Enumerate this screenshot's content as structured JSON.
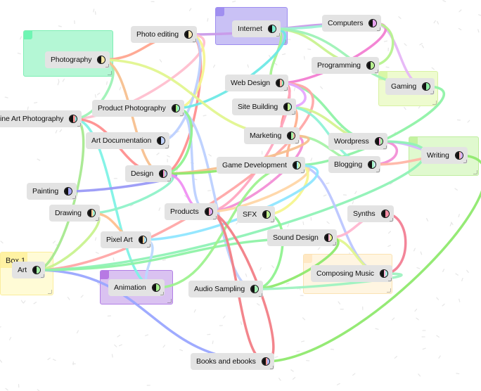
{
  "groups": [
    {
      "id": "g-photo",
      "label": "",
      "fill": "#b4f7d5",
      "border": "#7eeeb4",
      "tab": "#6ff5b3"
    },
    {
      "id": "g-internet",
      "label": "",
      "fill": "#c9c1f5",
      "border": "#9d8cf0",
      "tab": "#a08ff0"
    },
    {
      "id": "g-gaming",
      "label": "",
      "fill": "#eefbcf",
      "border": "#d8f2a2",
      "tab": "#d9f7a6"
    },
    {
      "id": "g-writing",
      "label": "",
      "fill": "#e0f9cf",
      "border": "#bfee9e",
      "tab": "#c4f3a0"
    },
    {
      "id": "g-box1",
      "label": "Box 1",
      "fill": "#fffbd6",
      "border": "#fbed9c",
      "tab": "#fff2a3"
    },
    {
      "id": "g-animation",
      "label": "",
      "fill": "#dac2f1",
      "border": "#b27ee6",
      "tab": "#b779e3"
    },
    {
      "id": "g-music",
      "label": "",
      "fill": "#fff5e1",
      "border": "#fbe2b3",
      "tab": "#ffe8c4"
    }
  ],
  "nodes": [
    {
      "id": "photo-editing",
      "label": "Photo editing",
      "icon_colors": [
        "#ffe9b3"
      ]
    },
    {
      "id": "internet",
      "label": "Internet",
      "icon_colors": [
        "#7ef2d6"
      ]
    },
    {
      "id": "computers",
      "label": "Computers",
      "icon_colors": [
        "#e6a2ef"
      ]
    },
    {
      "id": "photography",
      "label": "Photography",
      "icon_colors": [
        "#f7e9a6"
      ]
    },
    {
      "id": "programming",
      "label": "Programming",
      "icon_colors": [
        "#b7f08f"
      ]
    },
    {
      "id": "web-design",
      "label": "Web Design",
      "icon_colors": [
        "#ffb6a6",
        "#7ef2b9"
      ]
    },
    {
      "id": "gaming",
      "label": "Gaming",
      "icon_colors": [
        "#8ff0a6"
      ]
    },
    {
      "id": "fine-art-photography",
      "label": "ine Art Photography",
      "icon_colors": [
        "#ff9a9a",
        "#7ef2ea"
      ]
    },
    {
      "id": "product-photography",
      "label": "Product Photography",
      "icon_colors": [
        "#a6f27e",
        "#8ff0c9"
      ]
    },
    {
      "id": "site-building",
      "label": "Site Building",
      "icon_colors": [
        "#c9f28f",
        "#a6f2d6"
      ]
    },
    {
      "id": "art-documentation",
      "label": "Art Documentation",
      "icon_colors": [
        "#c2d4ff"
      ]
    },
    {
      "id": "marketing",
      "label": "Marketing",
      "icon_colors": [
        "#a6f2a6",
        "#ffb6a6"
      ]
    },
    {
      "id": "wordpress",
      "label": "Wordpress",
      "icon_colors": [
        "#ff9ad6",
        "#a6f2a6"
      ]
    },
    {
      "id": "writing",
      "label": "Writing",
      "icon_colors": [
        "#ffb6b6",
        "#d4b6ff"
      ]
    },
    {
      "id": "blogging",
      "label": "Blogging",
      "icon_colors": [
        "#a6f2c9",
        "#d4f2ff"
      ]
    },
    {
      "id": "game-development",
      "label": "Game Development",
      "icon_colors": [
        "#a6f2f2",
        "#d4f2a6"
      ]
    },
    {
      "id": "design",
      "label": "Design",
      "icon_colors": [
        "#ff9ad6",
        "#a6f2a6",
        "#b6b6ff"
      ]
    },
    {
      "id": "painting",
      "label": "Painting",
      "icon_colors": [
        "#a6a6f7"
      ]
    },
    {
      "id": "drawing",
      "label": "Drawing",
      "icon_colors": [
        "#ffc98f",
        "#a6f2d6"
      ]
    },
    {
      "id": "products",
      "label": "Products",
      "icon_colors": [
        "#ff9ab6",
        "#d6a6f7"
      ]
    },
    {
      "id": "sfx",
      "label": "SFX",
      "icon_colors": [
        "#c9f28f",
        "#a6f2a6"
      ]
    },
    {
      "id": "synths",
      "label": "Synths",
      "icon_colors": [
        "#ff8fa6"
      ]
    },
    {
      "id": "pixel-art",
      "label": "Pixel Art",
      "icon_colors": [
        "#ffc98f",
        "#a6e6ff"
      ]
    },
    {
      "id": "sound-design",
      "label": "Sound Design",
      "icon_colors": [
        "#ffb6d6",
        "#e9f28f"
      ]
    },
    {
      "id": "art",
      "label": "Art",
      "icon_colors": [
        "#a6f2a6"
      ]
    },
    {
      "id": "composing-music",
      "label": "Composing Music",
      "icon_colors": [
        "#ffb6d6",
        "#a6f2e6"
      ]
    },
    {
      "id": "animation",
      "label": "Animation",
      "icon_colors": [
        "#a6f28f"
      ]
    },
    {
      "id": "audio-sampling",
      "label": "Audio Sampling",
      "icon_colors": [
        "#a6f2b6"
      ]
    },
    {
      "id": "books-and-ebooks",
      "label": "Books and ebooks",
      "icon_colors": [
        "#ff9a9a",
        "#a6b6ff"
      ]
    }
  ],
  "edges": [
    {
      "from": "photography",
      "to": "photo-editing",
      "color": "#ffa58f"
    },
    {
      "from": "photo-editing",
      "to": "computers",
      "color": "#c99ae9"
    },
    {
      "from": "photo-editing",
      "to": "fine-art-photography",
      "color": "#ffbfcf"
    },
    {
      "from": "photo-editing",
      "to": "design",
      "color": "#ff8f8f"
    },
    {
      "from": "photo-editing",
      "to": "product-photography",
      "color": "#f5f58f"
    },
    {
      "from": "photo-editing",
      "to": "art-documentation",
      "color": "#bcd0ff"
    },
    {
      "from": "internet",
      "to": "computers",
      "color": "#9ef2d6"
    },
    {
      "from": "internet",
      "to": "programming",
      "color": "#c9f28f"
    },
    {
      "from": "internet",
      "to": "web-design",
      "color": "#a6f28f"
    },
    {
      "from": "internet",
      "to": "product-photography",
      "color": "#6ee9e6"
    },
    {
      "from": "internet",
      "to": "gaming",
      "color": "#9ef2b6"
    },
    {
      "from": "computers",
      "to": "gaming",
      "color": "#e6b6f7"
    },
    {
      "from": "computers",
      "to": "web-design",
      "color": "#f27ed2"
    },
    {
      "from": "computers",
      "to": "programming",
      "color": "#b6f28f"
    },
    {
      "from": "gaming",
      "to": "game-development",
      "color": "#8ff2a6"
    },
    {
      "from": "photography",
      "to": "fine-art-photography",
      "color": "#9ef2b6"
    },
    {
      "from": "photography",
      "to": "marketing",
      "color": "#e2f58f"
    },
    {
      "from": "photography",
      "to": "design",
      "color": "#f7c08f"
    },
    {
      "from": "web-design",
      "to": "wordpress",
      "color": "#8ff2a6"
    },
    {
      "from": "web-design",
      "to": "marketing",
      "color": "#ff8f8f"
    },
    {
      "from": "web-design",
      "to": "products",
      "color": "#ffa6c0"
    },
    {
      "from": "web-design",
      "to": "art",
      "color": "#ffa6a6"
    },
    {
      "from": "site-building",
      "to": "wordpress",
      "color": "#d4f28f"
    },
    {
      "from": "site-building",
      "to": "blogging",
      "color": "#8ff2d6"
    },
    {
      "from": "site-building",
      "to": "game-development",
      "color": "#ffb08f"
    },
    {
      "from": "site-building",
      "to": "web-design",
      "color": "#e6a6ff"
    },
    {
      "from": "fine-art-photography",
      "to": "art",
      "color": "#a6e98f"
    },
    {
      "from": "fine-art-photography",
      "to": "animation",
      "color": "#7ef2e6"
    },
    {
      "from": "fine-art-photography",
      "to": "design",
      "color": "#ff8f8f"
    },
    {
      "from": "product-photography",
      "to": "products",
      "color": "#bcd0ff"
    },
    {
      "from": "product-photography",
      "to": "audio-sampling",
      "color": "#bcd0ff"
    },
    {
      "from": "product-photography",
      "to": "design",
      "color": "#8ff28f"
    },
    {
      "from": "marketing",
      "to": "blogging",
      "color": "#a6f2a6"
    },
    {
      "from": "marketing",
      "to": "products",
      "color": "#f28fd6"
    },
    {
      "from": "marketing",
      "to": "design",
      "color": "#f7c08f"
    },
    {
      "from": "wordpress",
      "to": "writing",
      "color": "#d4b6ff"
    },
    {
      "from": "wordpress",
      "to": "blogging",
      "color": "#f28fd6"
    },
    {
      "from": "wordpress",
      "to": "art",
      "color": "#8ff2b6"
    },
    {
      "from": "blogging",
      "to": "writing",
      "color": "#ffb6a6"
    },
    {
      "from": "writing",
      "to": "books-and-ebooks",
      "color": "#8fe96e"
    },
    {
      "from": "game-development",
      "to": "composing-music",
      "color": "#bcc6ff"
    },
    {
      "from": "game-development",
      "to": "products",
      "color": "#ffd6a6"
    },
    {
      "from": "game-development",
      "to": "sfx",
      "color": "#f5f58f"
    },
    {
      "from": "game-development",
      "to": "pixel-art",
      "color": "#8fe6ff"
    },
    {
      "from": "design",
      "to": "painting",
      "color": "#9a9af7"
    },
    {
      "from": "design",
      "to": "drawing",
      "color": "#8ff2c9"
    },
    {
      "from": "design",
      "to": "game-development",
      "color": "#8fe96e"
    },
    {
      "from": "design",
      "to": "products",
      "color": "#ef8ff2"
    },
    {
      "from": "drawing",
      "to": "pixel-art",
      "color": "#ffc08f"
    },
    {
      "from": "drawing",
      "to": "art",
      "color": "#c9f28f"
    },
    {
      "from": "pixel-art",
      "to": "animation",
      "color": "#bcd8ff"
    },
    {
      "from": "art",
      "to": "books-and-ebooks",
      "color": "#9aa6ff"
    },
    {
      "from": "art",
      "to": "sound-design",
      "color": "#8ff2a6"
    },
    {
      "from": "animation",
      "to": "game-development",
      "color": "#9ef28f"
    },
    {
      "from": "products",
      "to": "books-and-ebooks",
      "color": "#f27e86"
    },
    {
      "from": "sfx",
      "to": "audio-sampling",
      "color": "#8ff28f"
    },
    {
      "from": "sound-design",
      "to": "synths",
      "color": "#ffb6d0"
    },
    {
      "from": "sound-design",
      "to": "composing-music",
      "color": "#e2f58f"
    },
    {
      "from": "sound-design",
      "to": "audio-sampling",
      "color": "#8fe96e"
    },
    {
      "from": "synths",
      "to": "composing-music",
      "color": "#f27e93"
    },
    {
      "from": "composing-music",
      "to": "audio-sampling",
      "color": "#9ef2c0"
    },
    {
      "from": "books-and-ebooks",
      "to": "products",
      "color": "#f27e86"
    }
  ]
}
